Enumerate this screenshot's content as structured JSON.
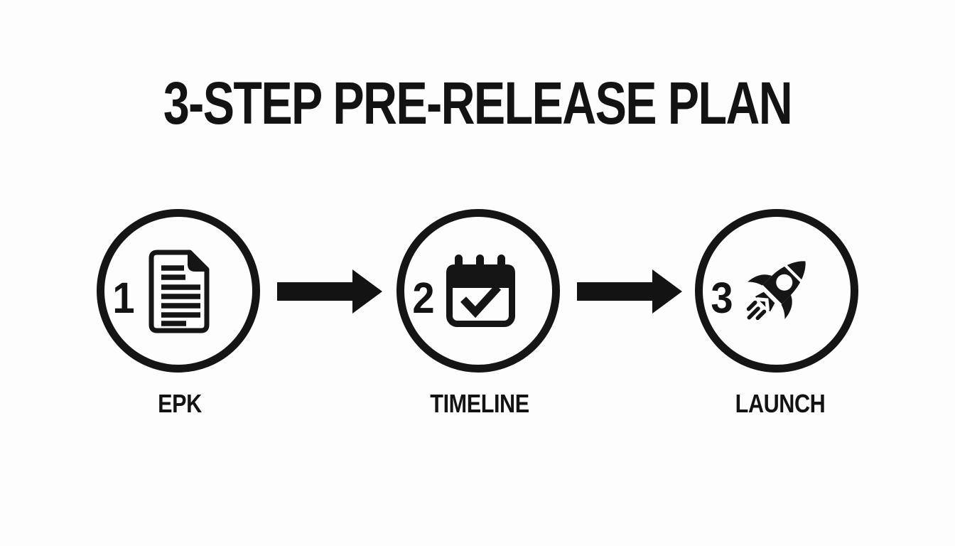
{
  "title": "3-STEP PRE-RELEASE PLAN",
  "colors": {
    "background": "#fdfdfd",
    "ink": "#131313"
  },
  "steps": [
    {
      "number": "1",
      "label": "EPK",
      "icon": "document-icon"
    },
    {
      "number": "2",
      "label": "TIMELINE",
      "icon": "calendar-check-icon"
    },
    {
      "number": "3",
      "label": "LAUNCH",
      "icon": "rocket-icon"
    }
  ],
  "connectors": [
    {
      "icon": "arrow-right-icon"
    },
    {
      "icon": "arrow-right-icon"
    }
  ]
}
